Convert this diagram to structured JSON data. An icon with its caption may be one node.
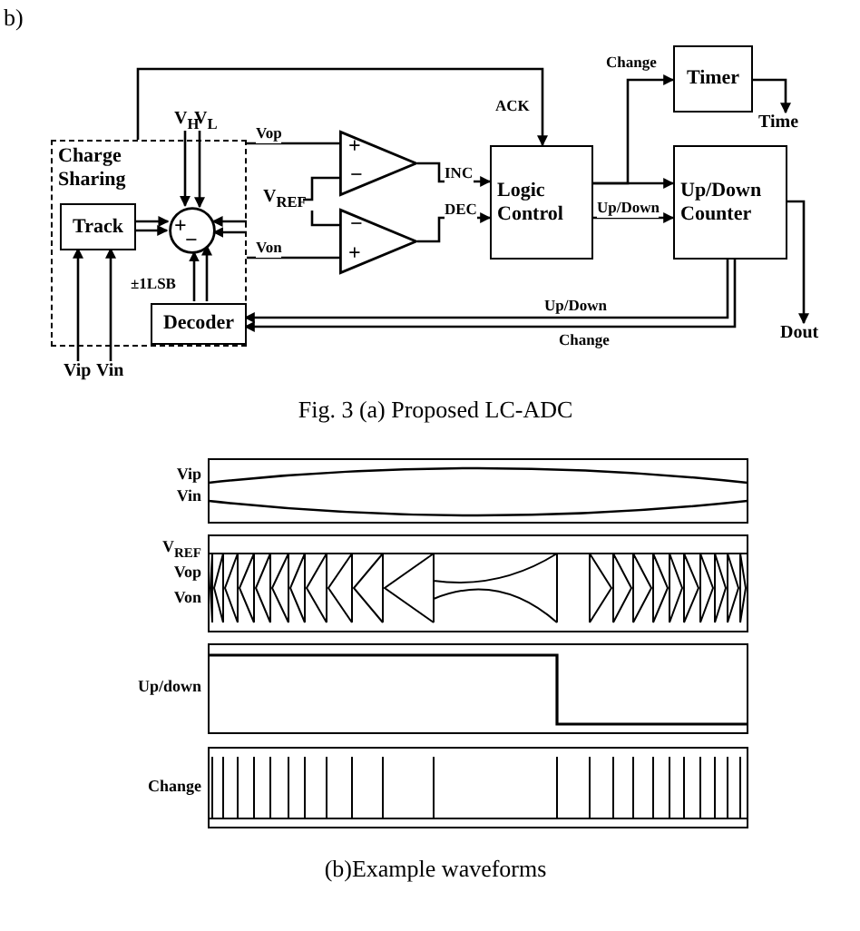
{
  "diagram": {
    "nodes": [
      {
        "text": [
          "Charge Sharing"
        ]
      },
      {
        "text": [
          "Track"
        ],
        "in": 0
      },
      {
        "text": [
          "+",
          "−"
        ],
        "in": 0
      },
      {
        "text": [
          "Decoder"
        ],
        "in": 0
      },
      {
        "text": [
          "+",
          "−"
        ]
      },
      {
        "text": [
          "−",
          "+"
        ]
      },
      {
        "text": [
          "Logic Control"
        ]
      },
      {
        "text": [
          "Timer"
        ]
      },
      {
        "text": [
          "Up/Down Counter"
        ]
      },
      {
        "text": [
          "V$_{H}$"
        ]
      },
      {
        "text": [
          "V$_{L}$"
        ]
      },
      {
        "text": [
          "Vip"
        ]
      },
      {
        "text": [
          "Vin"
        ]
      },
      {
        "text": [
          "V$_{REF}$"
        ]
      },
      {
        "text": [
          "Time"
        ]
      },
      {
        "text": [
          "Dout"
        ]
      }
    ],
    "edges": [
      {
        "from": 9,
        "to": 2,
        "arrow": "to"
      },
      {
        "from": 10,
        "to": 2,
        "arrow": "to"
      },
      {
        "from": 11,
        "to": 1,
        "arrow": "to"
      },
      {
        "from": 12,
        "to": 1,
        "arrow": "to"
      },
      {
        "from": 1,
        "to": 2,
        "arrow": "to"
      },
      {
        "from": 1,
        "to": 2,
        "arrow": "to"
      },
      {
        "from": 3,
        "to": 2,
        "arrow": "to",
        "label": "±1LSB"
      },
      {
        "from": 3,
        "to": 2,
        "arrow": "to"
      },
      {
        "from": 0,
        "to": 2,
        "arrow": "to"
      },
      {
        "from": 0,
        "to": 2,
        "arrow": "to"
      },
      {
        "from": 0,
        "to": 4,
        "arrow": "none",
        "label": "Vop"
      },
      {
        "from": 0,
        "to": 5,
        "arrow": "none",
        "label": "Von"
      },
      {
        "from": 13,
        "to": 4,
        "arrow": "none"
      },
      {
        "from": 13,
        "to": 5,
        "arrow": "none"
      },
      {
        "from": 4,
        "to": 6,
        "arrow": "to",
        "label": "INC"
      },
      {
        "from": 5,
        "to": 6,
        "arrow": "to",
        "label": "DEC"
      },
      {
        "from": 0,
        "to": 6,
        "arrow": "to",
        "label": "ACK"
      },
      {
        "from": 6,
        "to": 7,
        "arrow": "to",
        "label": "Change"
      },
      {
        "from": 6,
        "to": 8,
        "arrow": "to"
      },
      {
        "from": 6,
        "to": 8,
        "arrow": "to",
        "label": "Up/Down"
      },
      {
        "from": 7,
        "to": 14,
        "arrow": "to"
      },
      {
        "from": 8,
        "to": 15,
        "arrow": "to"
      },
      {
        "from": 8,
        "to": 3,
        "arrow": "to",
        "label": "Up/Down"
      },
      {
        "from": 8,
        "to": 3,
        "arrow": "to",
        "label": "Change"
      }
    ],
    "labels": [
      "b)",
      "Fig. 3 (a) Proposed LC-ADC",
      "Vip",
      "Vin",
      "V$_{REF}$",
      "Vop",
      "Von",
      "Up/down",
      "Change",
      "(b)Example waveforms"
    ]
  }
}
